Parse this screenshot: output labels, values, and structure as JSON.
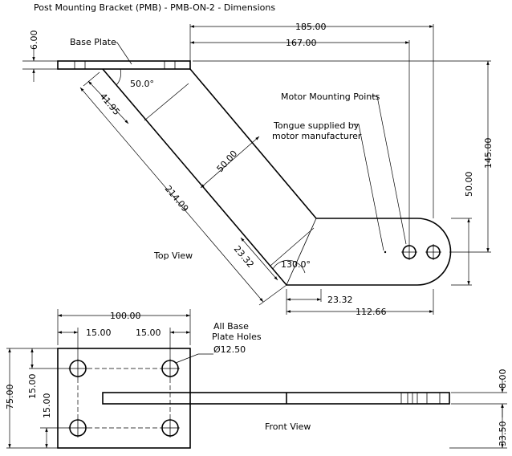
{
  "title": "Post Mounting Bracket (PMB) - PMB-ON-2 - Dimensions",
  "views": {
    "top_view": "Top View",
    "front_view": "Front View"
  },
  "notes": {
    "base_plate": "Base Plate",
    "motor_mounting_points": "Motor Mounting Points",
    "tongue_line1": "Tongue supplied by",
    "tongue_line2": "motor manufacturer",
    "holes_line1": "All Base",
    "holes_line2": "Plate Holes",
    "holes_line3": "Ø12.50"
  },
  "dimensions": {
    "d185": "185.00",
    "d167": "167.00",
    "d6": "6.00",
    "d145": "145.00",
    "d50_right": "50.00",
    "d50_arm": "50.00",
    "d41_95": "41.95",
    "a50": "50.0°",
    "d214_09": "214.09",
    "d23_32_diag": "23.32",
    "a130": "130.0°",
    "d23_32_h": "23.32",
    "d112_66": "112.66",
    "d100": "100.00",
    "d15_left_top": "15.00",
    "d15_right_top": "15.00",
    "d75": "75.00",
    "d15_side_a": "15.00",
    "d15_side_b": "15.00",
    "d8": "8.00",
    "d33_5": "33.50"
  },
  "colors": {
    "line": "#000000",
    "background": "#ffffff"
  }
}
